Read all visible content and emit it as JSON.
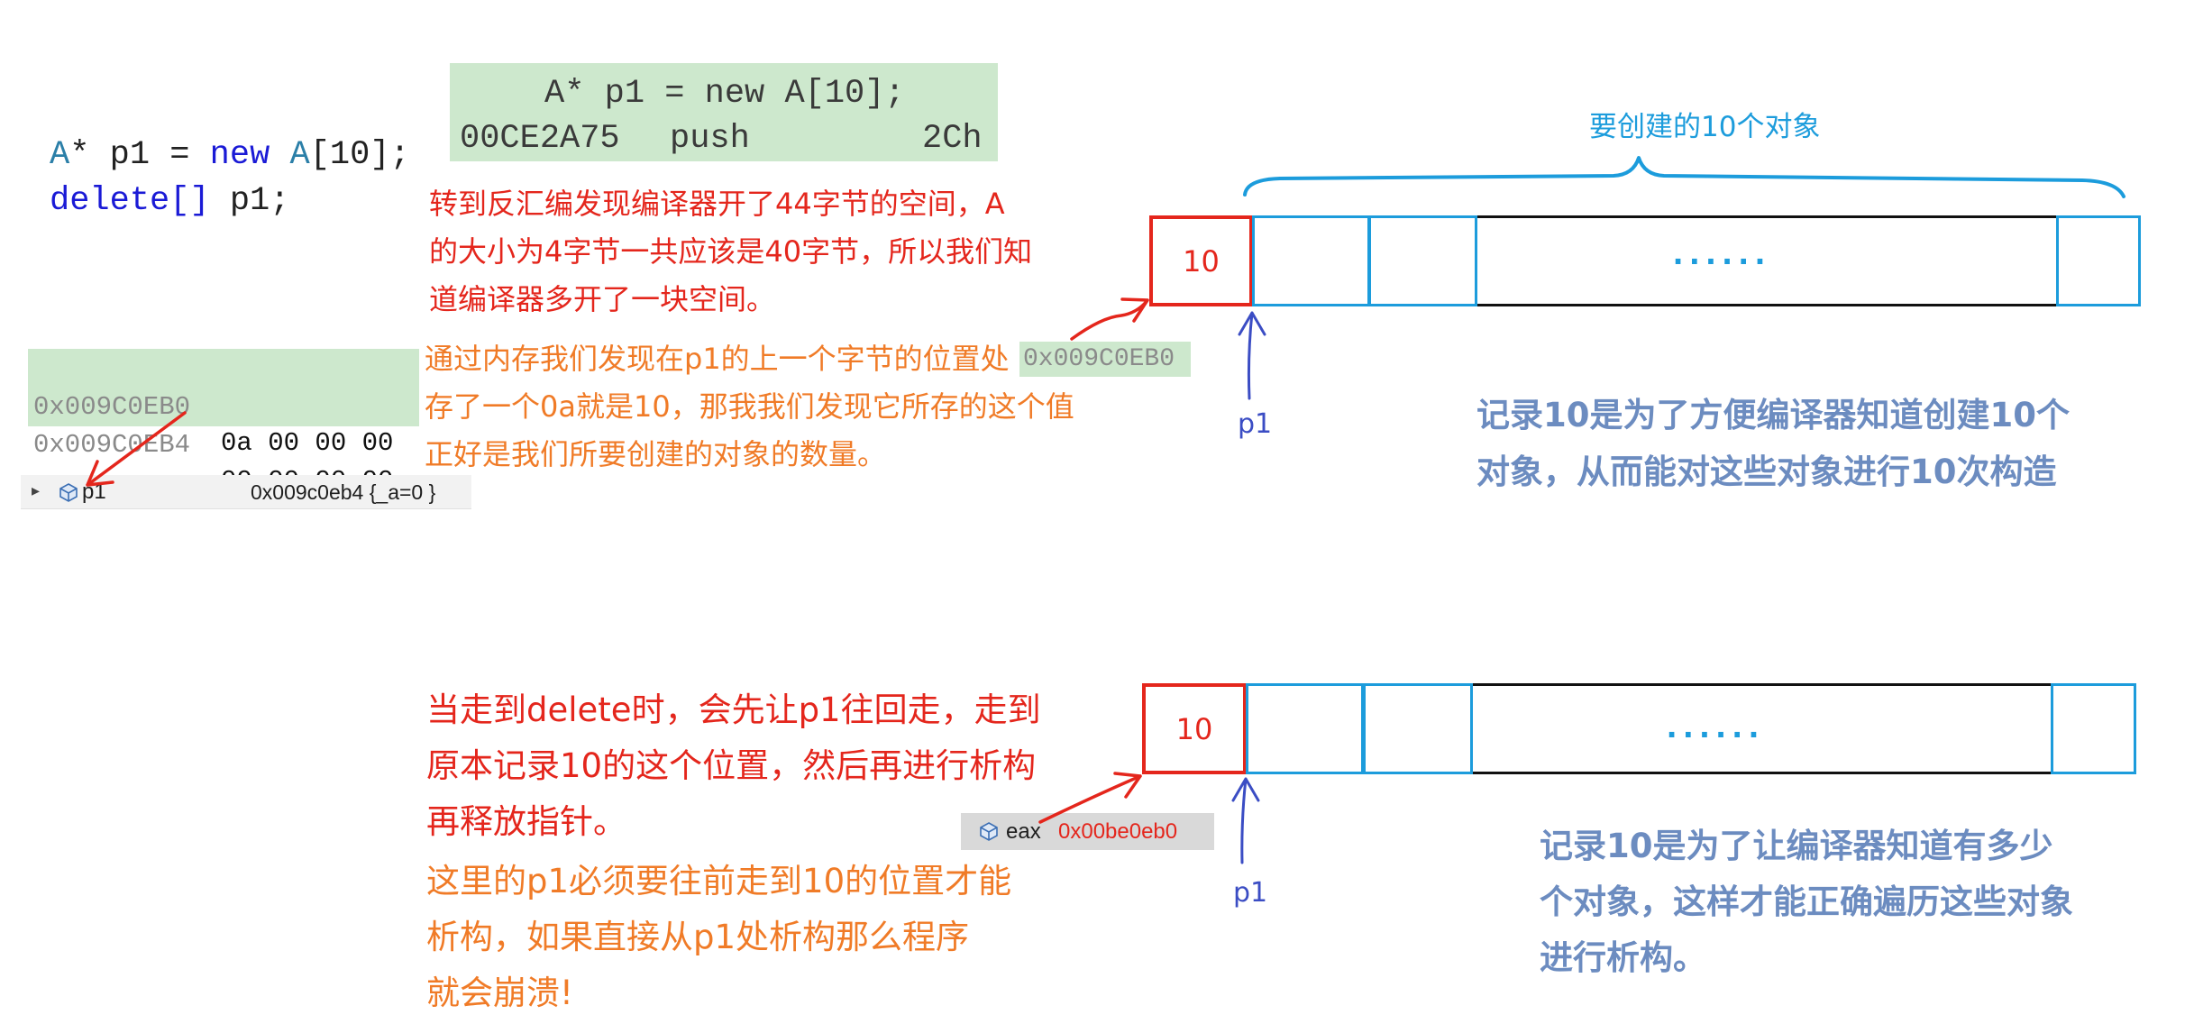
{
  "colors": {
    "red": "#e4261c",
    "orange": "#f07b27",
    "blue": "#1c9cdc",
    "pointer": "#3b4dc4",
    "note": "#6c8cc0",
    "green_bg": "#cde8cd",
    "keyword": "#1a1ad6",
    "type": "#2b7fa8",
    "code_text": "#222222",
    "address_gray": "#8a8a8a",
    "frame": "#111111"
  },
  "code": {
    "lines": [
      {
        "tokens": [
          "A",
          "* p1 = ",
          "new",
          " A",
          "[10];"
        ]
      },
      {
        "tokens": [
          "delete[]",
          " p1;"
        ]
      }
    ]
  },
  "disassembly": {
    "source": "A* p1 = new A[10];",
    "address": "00CE2A75",
    "mnemonic": "push",
    "operand": "2Ch"
  },
  "memory": {
    "rows": [
      {
        "address": "0x009C0EB0",
        "bytes": "0a 00 00 00"
      },
      {
        "address": "0x009C0EB4",
        "bytes": "00 00 00 00"
      }
    ]
  },
  "address_tag": "0x009C0EB0",
  "watch": {
    "expand_icon": "expand-arrow-icon",
    "icon": "variable-icon",
    "name": "p1",
    "value": "0x009c0eb4 {_a=0 }"
  },
  "register": {
    "icon": "variable-icon",
    "name": "eax",
    "value": "0x00be0eb0"
  },
  "notes": {
    "disasm_note": [
      "转到反汇编发现编译器开了44字节的空间，A",
      "的大小为4字节一共应该是40字节，所以我们知",
      "道编译器多开了一块空间。"
    ],
    "memory_note": [
      "通过内存我们发现在p1的上一个字节的位置处",
      "存了一个0a就是10，那我我们发现它所存的这个值",
      "正好是我们所要创建的对象的数量。"
    ],
    "construct_note": [
      "记录10是为了方便编译器知道创建10个",
      "对象，从而能对这些对象进行10次构造"
    ],
    "delete_note": [
      "当走到delete时，会先让p1往回走，走到",
      "原本记录10的这个位置，然后再进行析构",
      "再释放指针。"
    ],
    "crash_note": [
      "这里的p1必须要往前走到10的位置才能",
      "析构，如果直接从p1处析构那么程序",
      "就会崩溃!"
    ],
    "destruct_note": [
      "记录10是为了让编译器知道有多少",
      "个对象，这样才能正确遍历这些对象",
      "进行析构。"
    ]
  },
  "diagram_new": {
    "count": "10",
    "ellipsis": "......",
    "brace_label": "要创建的10个对象",
    "pointer": "p1"
  },
  "diagram_delete": {
    "count": "10",
    "ellipsis": "......",
    "pointer": "p1"
  }
}
